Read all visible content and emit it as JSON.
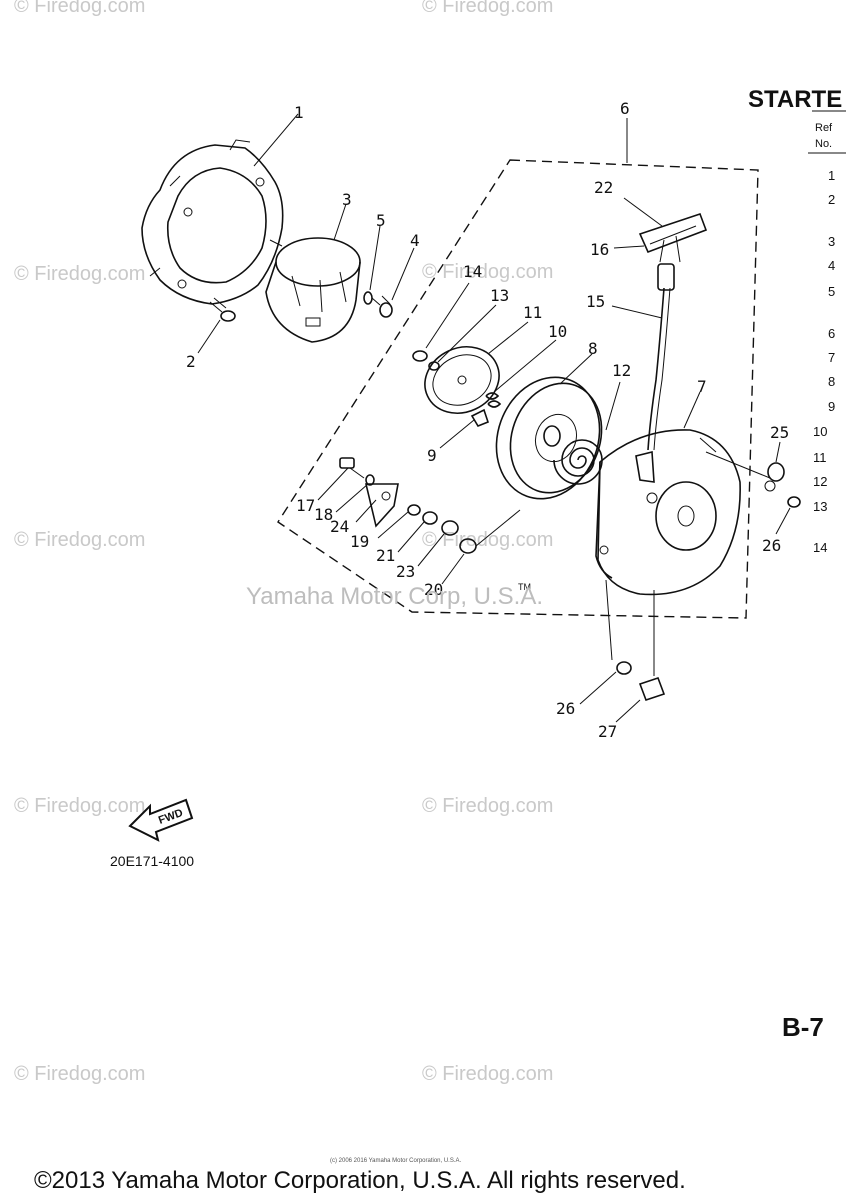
{
  "diagram": {
    "title": "STARTE",
    "table_header": {
      "ref": "Ref",
      "no": "No."
    },
    "table_ref_numbers": [
      "1",
      "2",
      "3",
      "4",
      "5",
      "6",
      "7",
      "8",
      "9",
      "10",
      "11",
      "12",
      "13",
      "14"
    ],
    "part_code": "20E171-4100",
    "fwd_label": "FWD",
    "tm_mark": "TM",
    "page_id": "B-7",
    "callouts": [
      "1",
      "2",
      "3",
      "4",
      "5",
      "6",
      "7",
      "8",
      "9",
      "10",
      "11",
      "12",
      "13",
      "14",
      "15",
      "16",
      "17",
      "18",
      "19",
      "20",
      "21",
      "22",
      "23",
      "24",
      "25",
      "26",
      "27"
    ],
    "overlay_watermark": "Yamaha Motor Corp, U.S.A.",
    "watermark_text": "© Firedog.com",
    "small_copyright": "(c) 2006 2016 Yamaha Motor Corporation, U.S.A.",
    "footer_copyright": "©2013 Yamaha Motor Corporation, U.S.A. All rights reserved."
  }
}
